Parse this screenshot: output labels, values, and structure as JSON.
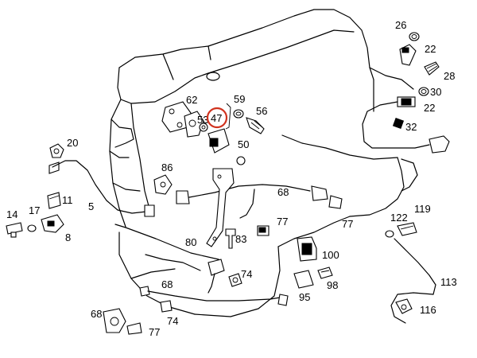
{
  "diagram": {
    "highlight_color": "#d0321e",
    "labels": {
      "l26": "26",
      "l22a": "22",
      "l28": "28",
      "l30": "30",
      "l22b": "22",
      "l32": "32",
      "l62": "62",
      "l59": "59",
      "l56": "56",
      "l53": "53",
      "l47": "47",
      "l50": "50",
      "l20": "20",
      "l86": "86",
      "l68a": "68",
      "l11": "11",
      "l14": "14",
      "l17": "17",
      "l5": "5",
      "l8": "8",
      "l77a": "77",
      "l77b": "77",
      "l122": "122",
      "l119": "119",
      "l80": "80",
      "l83": "83",
      "l100": "100",
      "l74a": "74",
      "l68b": "68",
      "l113": "113",
      "l98": "98",
      "l95": "95",
      "l116": "116",
      "l68c": "68",
      "l74b": "74",
      "l77c": "77"
    }
  }
}
